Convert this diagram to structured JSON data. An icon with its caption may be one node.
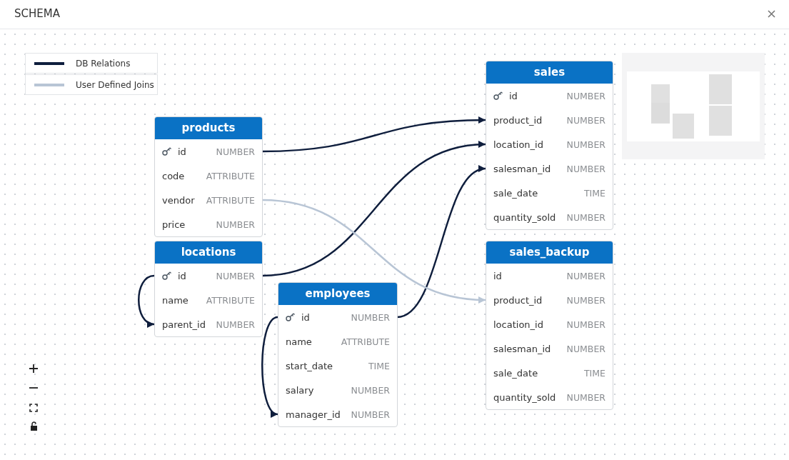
{
  "diagram": {
    "title": "SCHEMA",
    "nodes": [
      {
        "text": [
          "products"
        ]
      },
      {
        "text": [
          "id",
          "NUMBER"
        ],
        "in": 0
      },
      {
        "text": [
          "code",
          "ATTRIBUTE"
        ],
        "in": 0
      },
      {
        "text": [
          "vendor",
          "ATTRIBUTE"
        ],
        "in": 0
      },
      {
        "text": [
          "price",
          "NUMBER"
        ],
        "in": 0
      },
      {
        "text": [
          "locations"
        ]
      },
      {
        "text": [
          "id",
          "NUMBER"
        ],
        "in": 5
      },
      {
        "text": [
          "name",
          "ATTRIBUTE"
        ],
        "in": 5
      },
      {
        "text": [
          "parent_id",
          "NUMBER"
        ],
        "in": 5
      },
      {
        "text": [
          "employees"
        ]
      },
      {
        "text": [
          "id",
          "NUMBER"
        ],
        "in": 9
      },
      {
        "text": [
          "name",
          "ATTRIBUTE"
        ],
        "in": 9
      },
      {
        "text": [
          "start_date",
          "TIME"
        ],
        "in": 9
      },
      {
        "text": [
          "salary",
          "NUMBER"
        ],
        "in": 9
      },
      {
        "text": [
          "manager_id",
          "NUMBER"
        ],
        "in": 9
      },
      {
        "text": [
          "sales"
        ]
      },
      {
        "text": [
          "id",
          "NUMBER"
        ],
        "in": 15
      },
      {
        "text": [
          "product_id",
          "NUMBER"
        ],
        "in": 15
      },
      {
        "text": [
          "location_id",
          "NUMBER"
        ],
        "in": 15
      },
      {
        "text": [
          "salesman_id",
          "NUMBER"
        ],
        "in": 15
      },
      {
        "text": [
          "sale_date",
          "TIME"
        ],
        "in": 15
      },
      {
        "text": [
          "quantity_sold",
          "NUMBER"
        ],
        "in": 15
      },
      {
        "text": [
          "sales_backup"
        ]
      },
      {
        "text": [
          "id",
          "NUMBER"
        ],
        "in": 22
      },
      {
        "text": [
          "product_id",
          "NUMBER"
        ],
        "in": 22
      },
      {
        "text": [
          "location_id",
          "NUMBER"
        ],
        "in": 22
      },
      {
        "text": [
          "salesman_id",
          "NUMBER"
        ],
        "in": 22
      },
      {
        "text": [
          "sale_date",
          "TIME"
        ],
        "in": 22
      },
      {
        "text": [
          "quantity_sold",
          "NUMBER"
        ],
        "in": 22
      }
    ],
    "edges": [
      {
        "from": 1,
        "to": 17,
        "arrow": "to"
      },
      {
        "from": 6,
        "to": 18,
        "arrow": "to"
      },
      {
        "from": 10,
        "to": 19,
        "arrow": "to"
      },
      {
        "from": 3,
        "to": 24,
        "arrow": "to",
        "color": "#b8c5d5"
      },
      {
        "from": 6,
        "to": 8,
        "arrow": "to"
      },
      {
        "from": 10,
        "to": 14,
        "arrow": "to"
      }
    ],
    "legend": [
      {
        "text": "DB Relations"
      },
      {
        "text": "User Defined Joins"
      }
    ]
  }
}
